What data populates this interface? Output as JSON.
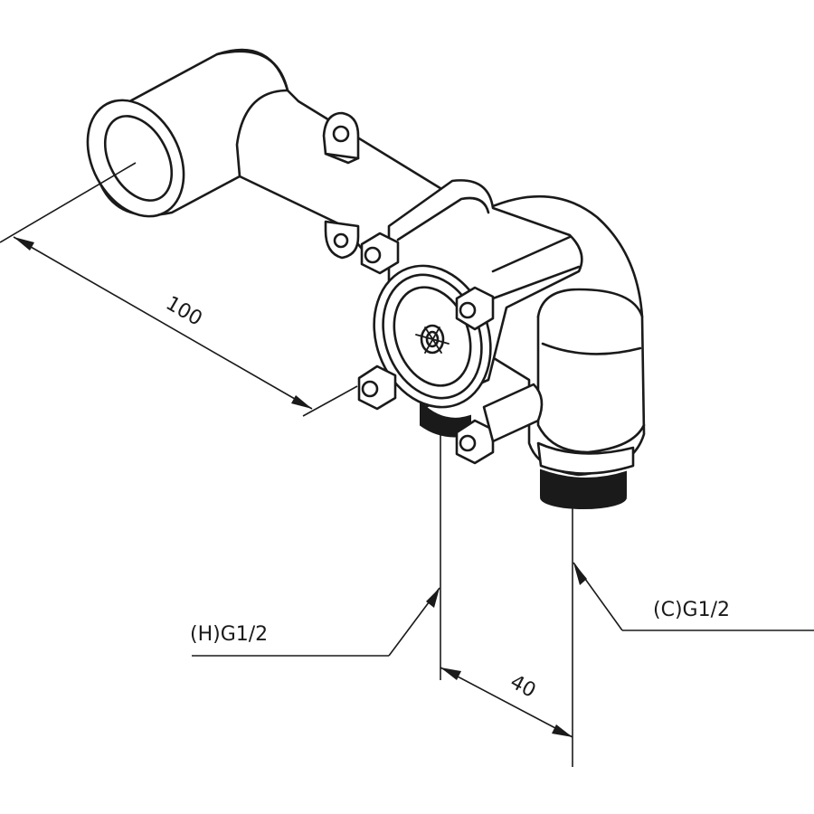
{
  "labels": {
    "length": "100",
    "spacing": "40",
    "hot": "(H)G1/2",
    "cold": "(C)G1/2"
  }
}
